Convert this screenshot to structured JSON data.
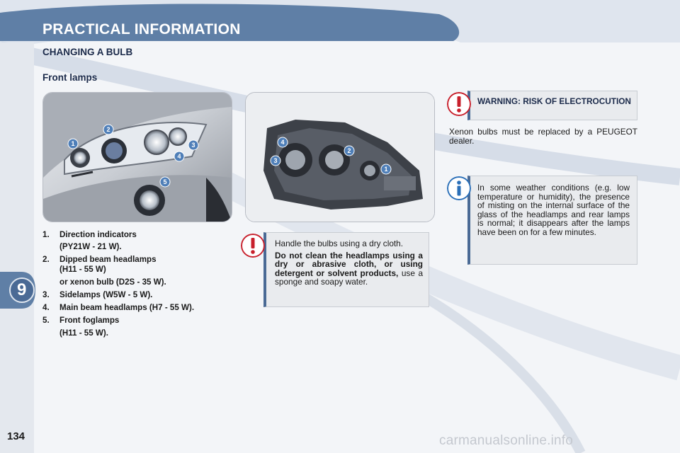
{
  "header": {
    "title": "PRACTICAL INFORMATION"
  },
  "section": {
    "title": "CHANGING A BULB"
  },
  "subsection": {
    "title": "Front lamps"
  },
  "legend": [
    {
      "num": "1.",
      "label": "Direction indicators",
      "detail": "(PY21W - 21 W)."
    },
    {
      "num": "2.",
      "label": "Dipped beam headlamps",
      "detail": "(H11 - 55 W)",
      "detail2": "or xenon bulb (D2S - 35 W)."
    },
    {
      "num": "3.",
      "label": "Sidelamps (W5W - 5 W)."
    },
    {
      "num": "4.",
      "label": "Main beam headlamps (H7 - 55 W)."
    },
    {
      "num": "5.",
      "label": "Front foglamps",
      "detail": "(H11 - 55 W)."
    }
  ],
  "photo_left_markers": [
    "1",
    "2",
    "3",
    "4",
    "5"
  ],
  "photo_middle_markers": [
    "1",
    "2",
    "3",
    "4"
  ],
  "caution_box": {
    "text": "Handle the bulbs using a dry cloth.",
    "bold": "Do not clean the headlamps using a dry or abrasive cloth, or using detergent or solvent products,",
    "tail": " use a sponge and soapy water."
  },
  "warning_box": {
    "title": "WARNING: RISK OF ELECTROCUTION"
  },
  "xenon_text": "Xenon bulbs must be replaced by a PEUGEOT dealer.",
  "info_box": {
    "text": "In some weather conditions (e.g. low temperature or humidity), the presence of misting on the internal surface of the glass of the headlamps and rear lamps is normal; it disappears after the lamps have been on for a few minutes."
  },
  "chapter_number": "9",
  "page_number": "134",
  "watermark": "carmanualsonline.info",
  "colors": {
    "header_blue": "#5f7fa6",
    "accent_red": "#c8202c",
    "info_blue": "#2a6fb8",
    "box_border": "#4a6a95"
  }
}
